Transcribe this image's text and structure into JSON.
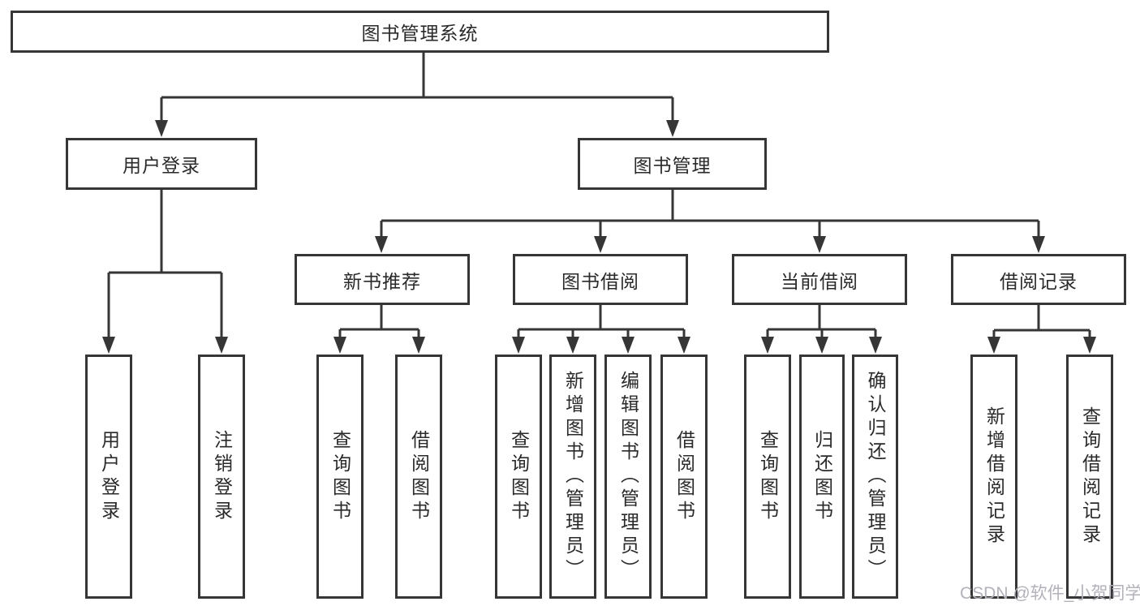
{
  "colors": {
    "bg": "#ffffff",
    "line": "#363636",
    "text": "#2a2a2a",
    "watermark": "#b2b2ba"
  },
  "diagram": {
    "root": {
      "label": "图书管理系统"
    },
    "level2": [
      {
        "label": "用户登录"
      },
      {
        "label": "图书管理"
      }
    ],
    "level3": [
      {
        "label": "新书推荐"
      },
      {
        "label": "图书借阅"
      },
      {
        "label": "当前借阅"
      },
      {
        "label": "借阅记录"
      }
    ],
    "leaves": {
      "login": [
        {
          "label": "用户登录"
        },
        {
          "label": "注销登录"
        }
      ],
      "recommend": [
        {
          "label": "查询图书"
        },
        {
          "label": "借阅图书"
        }
      ],
      "borrow": [
        {
          "label": "查询图书"
        },
        {
          "label": "新增图书（管理员）"
        },
        {
          "label": "编辑图书（管理员）"
        },
        {
          "label": "借阅图书"
        }
      ],
      "current": [
        {
          "label": "查询图书"
        },
        {
          "label": "归还图书"
        },
        {
          "label": "确认归还（管理员）"
        }
      ],
      "records": [
        {
          "label": "新增借阅记录"
        },
        {
          "label": "查询借阅记录"
        }
      ]
    }
  },
  "watermark": {
    "text": "CSDN @软件_小贺同学"
  }
}
